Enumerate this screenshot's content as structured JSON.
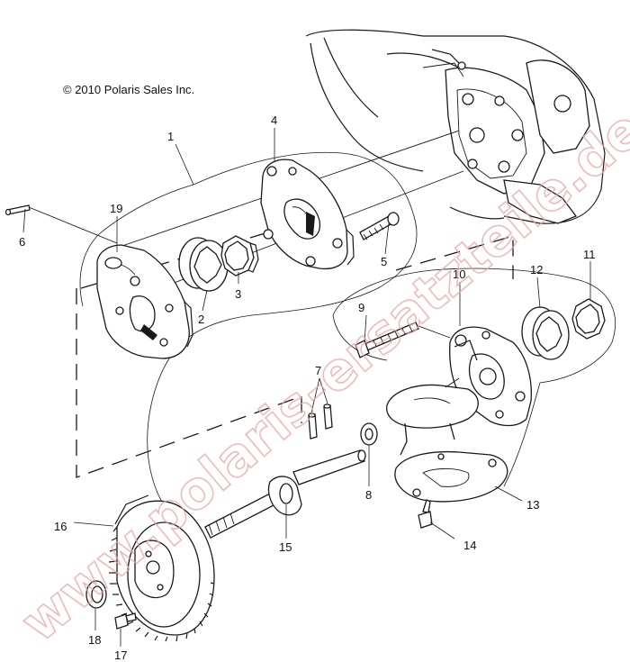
{
  "copyright": "© 2010 Polaris Sales Inc.",
  "watermark": "www.polaris-ersatzteile.de",
  "colors": {
    "line": "#1a1a1a",
    "watermark": "#e9a4a4",
    "background": "#ffffff"
  },
  "labels": {
    "l1": "1",
    "l2": "2",
    "l3": "3",
    "l4": "4",
    "l5": "5",
    "l6": "6",
    "l7": "7",
    "l8": "8",
    "l9": "9",
    "l10": "10",
    "l11": "11",
    "l12": "12",
    "l13": "13",
    "l14": "14",
    "l15": "15",
    "l16": "16",
    "l17": "17",
    "l18": "18",
    "l19": "19"
  }
}
